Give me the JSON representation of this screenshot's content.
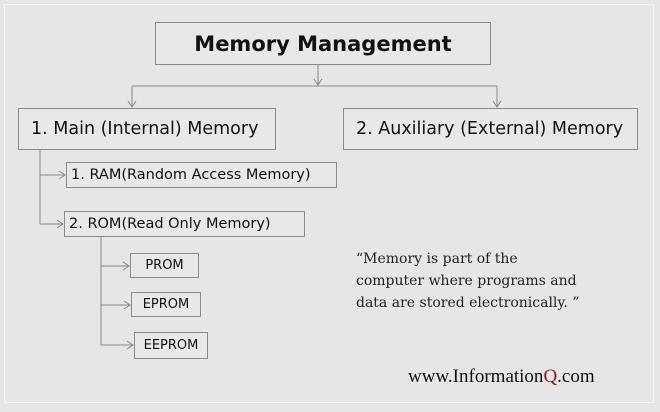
{
  "diagram": {
    "title": "Memory Management",
    "main_memory": "1. Main (Internal) Memory",
    "auxiliary_memory": "2. Auxiliary (External) Memory",
    "ram": "1. RAM(Random Access Memory)",
    "rom": "2. ROM(Read Only Memory)",
    "rom_types": [
      "PROM",
      "EPROM",
      "EEPROM"
    ]
  },
  "quote": {
    "line1": "“Memory is part of the",
    "line2": "computer where programs and",
    "line3": "data are stored electronically. ”"
  },
  "website": {
    "prefix": "www.Information",
    "highlight": "Q",
    "suffix": ".com",
    "highlight_color": "#8b1a1a"
  }
}
